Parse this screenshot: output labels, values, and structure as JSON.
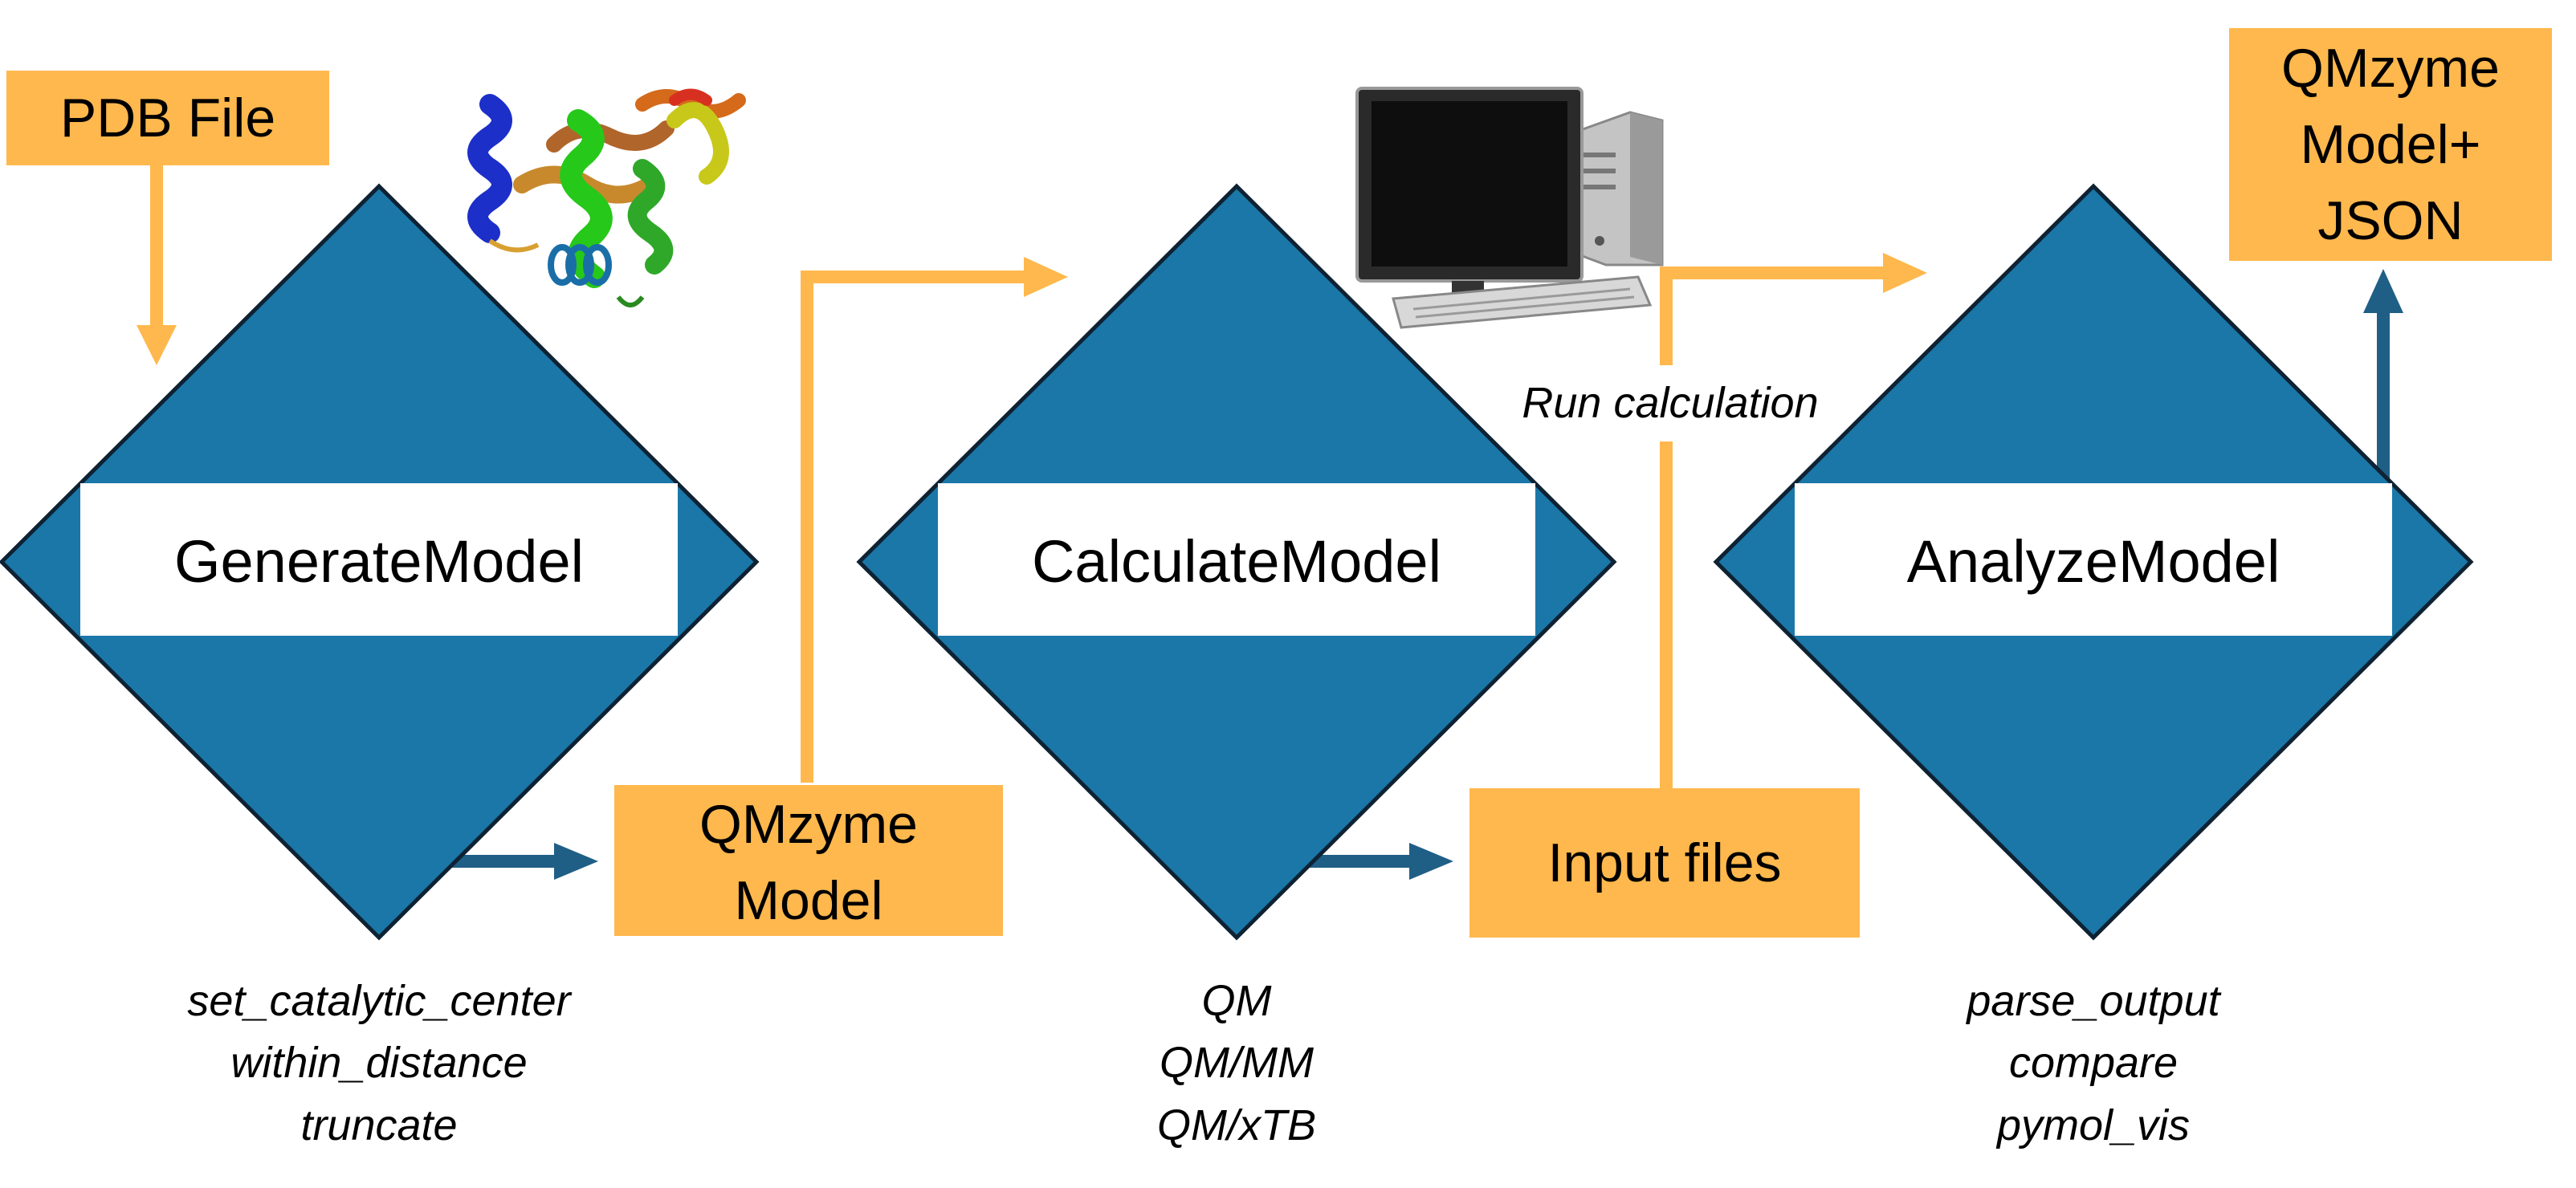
{
  "inputs": {
    "pdb_file": "PDB File"
  },
  "stages": [
    {
      "name": "GenerateModel",
      "methods": [
        "set_catalytic_center",
        "within_distance",
        "truncate"
      ]
    },
    {
      "name": "CalculateModel",
      "methods": [
        "QM",
        "QM/MM",
        "QM/xTB"
      ]
    },
    {
      "name": "AnalyzeModel",
      "methods": [
        "parse_output",
        "compare",
        "pymol_vis"
      ]
    }
  ],
  "outputs": {
    "qmzyme_model": [
      "QMzyme",
      "Model"
    ],
    "input_files": "Input files",
    "final": [
      "QMzyme",
      "Model+",
      "JSON"
    ]
  },
  "annotations": {
    "run_calculation": "Run calculation"
  },
  "images": {
    "protein": "protein-structure-icon",
    "computer": "desktop-computer-icon"
  },
  "colors": {
    "diamond": "#1a77a8",
    "orange": "#ffb84d",
    "dark_blue_arrow": "#1f5f86"
  }
}
